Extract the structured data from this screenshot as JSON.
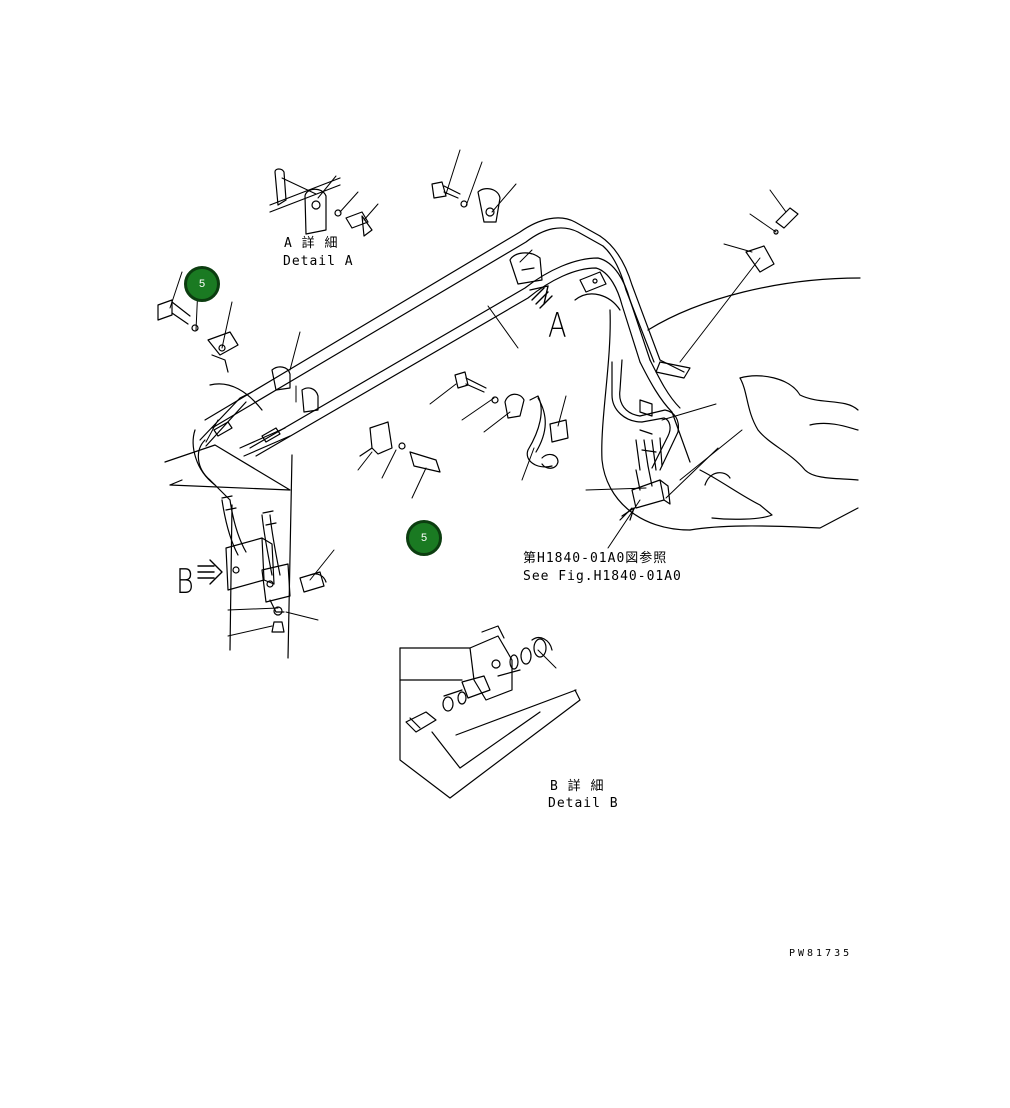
{
  "detail_a": {
    "jp": "A 詳 細",
    "en": "Detail A"
  },
  "detail_b": {
    "jp": "B 詳 細",
    "en": "Detail B"
  },
  "view_letters": {
    "a": "A",
    "b": "B"
  },
  "reference": {
    "jp": "第H1840-01A0図参照",
    "en": "See Fig.H1840-01A0"
  },
  "drawing_code": "PW81735",
  "callouts": [
    {
      "number": "5",
      "color": "#1a7a22"
    },
    {
      "number": "5",
      "color": "#1a7a22"
    }
  ]
}
